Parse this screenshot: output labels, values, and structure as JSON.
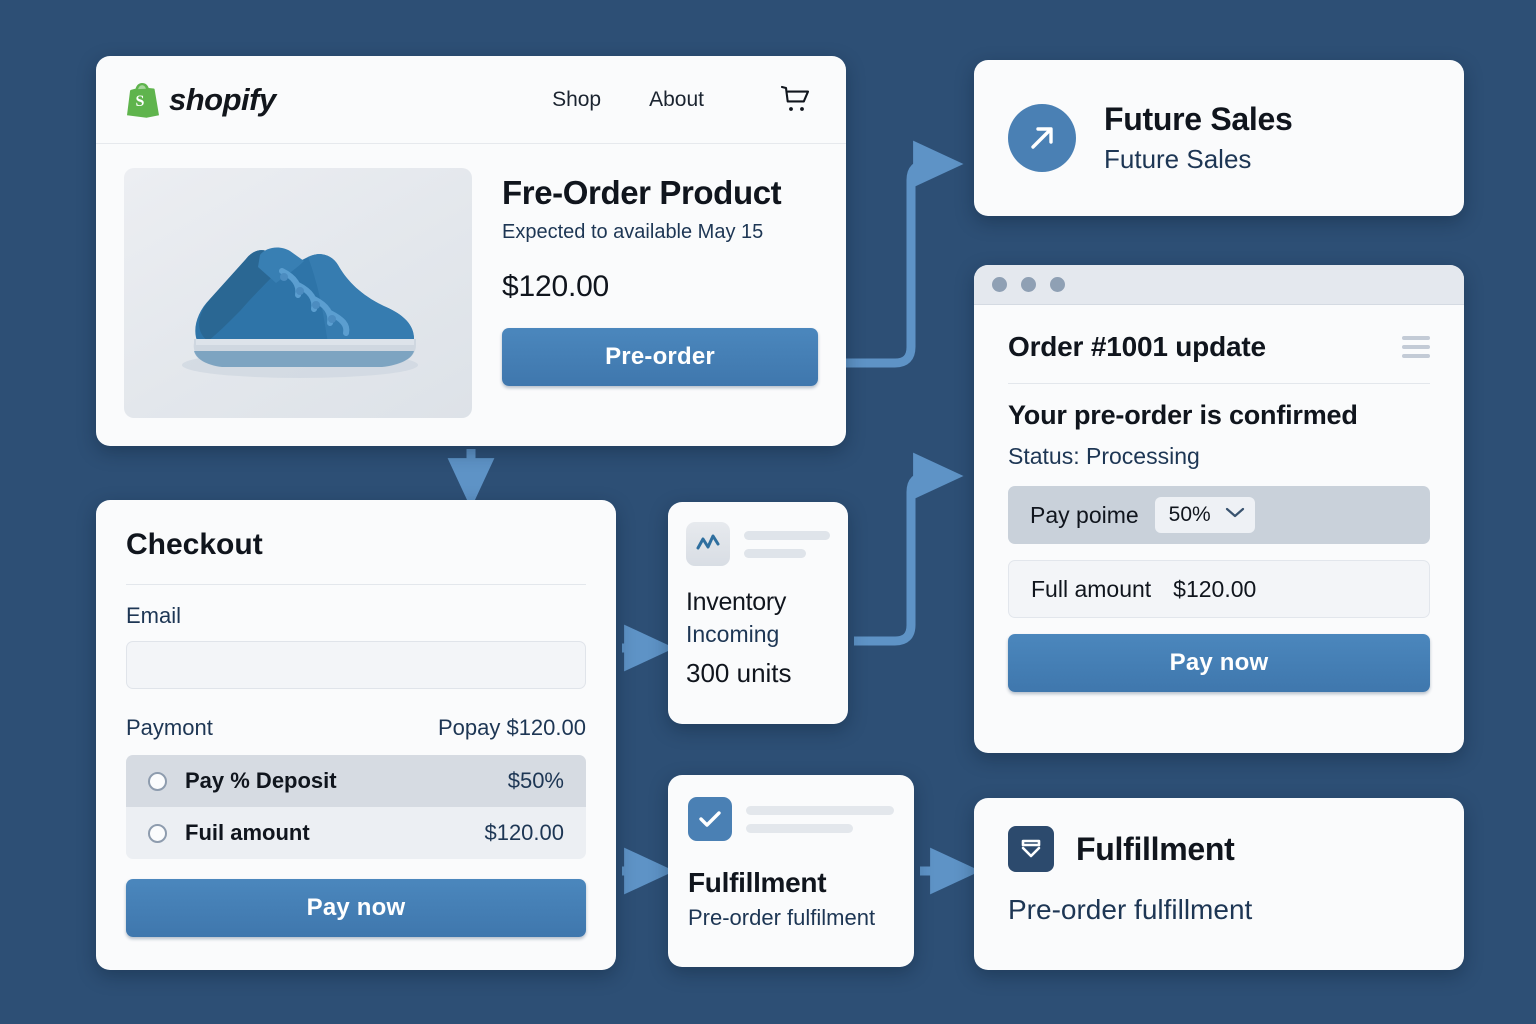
{
  "theme": {
    "background": "#2d4f75",
    "accent_blue": "#4179ad",
    "arrow_blue": "#5e93c6",
    "card_bg": "#fafbfc",
    "brand_green": "#5fb44d",
    "text_dark": "#10151d",
    "text_muted": "#1d3654"
  },
  "shop": {
    "logo_text": "shopify",
    "logo_icon": "shopify-bag-icon",
    "nav": [
      {
        "label": "Shop",
        "name": "nav-link-shop"
      },
      {
        "label": "About",
        "name": "nav-link-about"
      }
    ],
    "cart_icon": "shopping-cart-icon",
    "product": {
      "image_alt": "blue-sneaker",
      "title": "Fre-Order Product",
      "availability": "Expected to available May 15",
      "price": "$120.00",
      "cta": "Pre-order"
    }
  },
  "checkout": {
    "title": "Checkout",
    "email_label": "Email",
    "email_value": "",
    "email_placeholder": "",
    "payment_label": "Paymont",
    "payment_total": "Popay $120.00",
    "options": [
      {
        "label": "Pay % Deposit",
        "value": "$50%",
        "selected": true
      },
      {
        "label": "Fuil amount",
        "value": "$120.00",
        "selected": false
      }
    ],
    "cta": "Pay now"
  },
  "future_sales": {
    "icon": "arrow-up-right-icon",
    "title": "Future Sales",
    "subtitle": "Future Sales"
  },
  "order_window": {
    "window_dots": 3,
    "title": "Order #1001 update",
    "menu_icon": "hamburger-menu-icon",
    "heading": "Your pre-order is confirmed",
    "status_label": "Status:",
    "status_value": "Processing",
    "pay_point_label": "Pay poime",
    "pay_point_value": "50%",
    "pay_point_chevron": "chevron-down-icon",
    "full_amount_label": "Full amount",
    "full_amount_value": "$120.00",
    "cta": "Pay now"
  },
  "inventory": {
    "icon": "trend-chart-icon",
    "title": "Inventory",
    "subtitle": "Incoming",
    "amount": "300 units"
  },
  "fulfillment_mini": {
    "icon": "check-square-icon",
    "title": "Fulfillment",
    "subtitle": "Pre-order fulfilment"
  },
  "fulfillment_card": {
    "icon": "inbox-check-icon",
    "title": "Fulfillment",
    "subtitle": "Pre-order fulfillment"
  },
  "flow_arrows": [
    {
      "name": "arrow-preorder-to-future-sales",
      "shape": "elbow-right-up"
    },
    {
      "name": "arrow-shop-to-checkout",
      "shape": "down"
    },
    {
      "name": "arrow-checkout-to-inventory",
      "shape": "right"
    },
    {
      "name": "arrow-inventory-to-order",
      "shape": "elbow-right-up"
    },
    {
      "name": "arrow-checkout-to-fulfillment",
      "shape": "right"
    },
    {
      "name": "arrow-fulfillment-to-card",
      "shape": "right"
    }
  ]
}
